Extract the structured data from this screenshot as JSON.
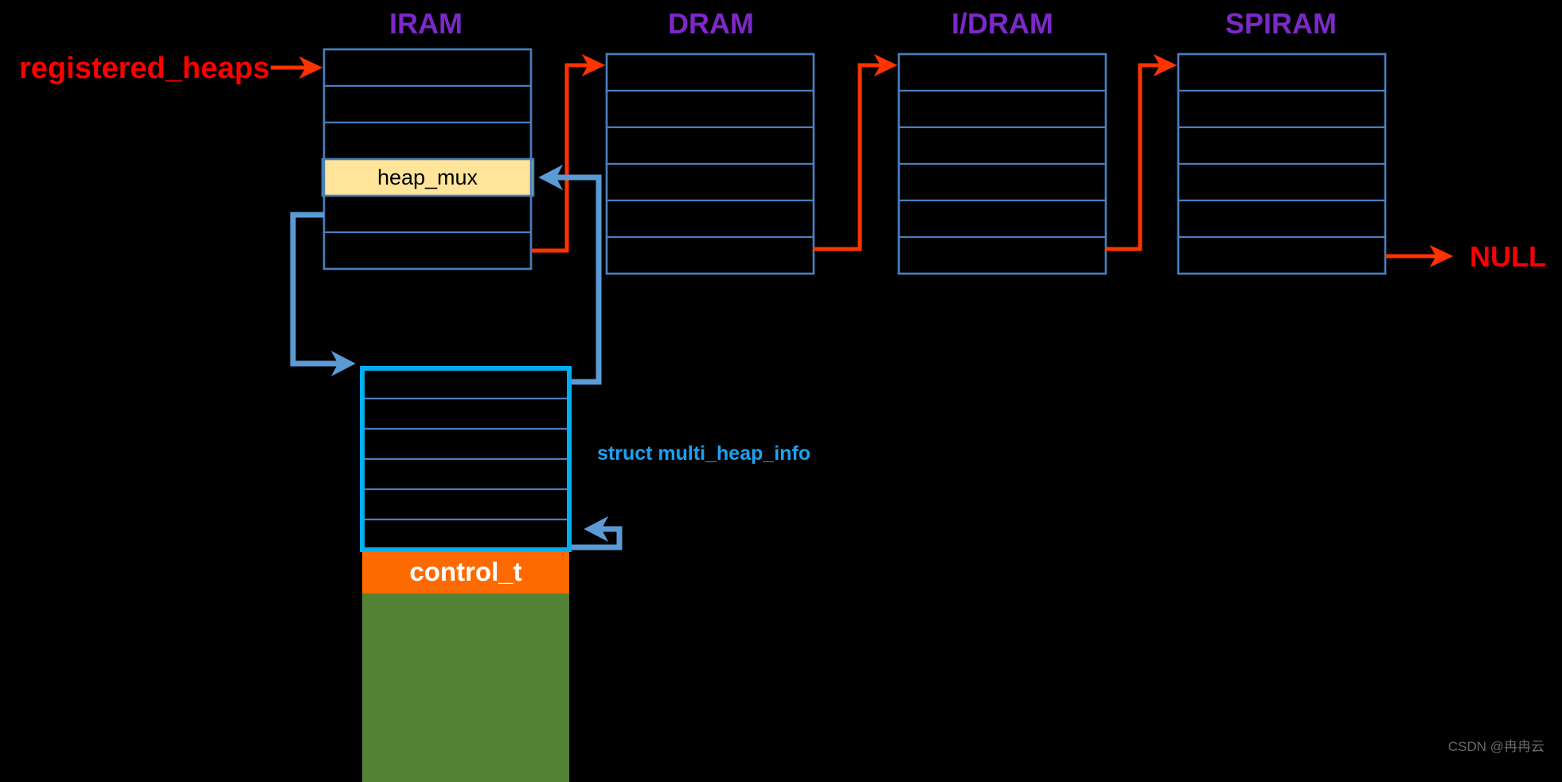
{
  "diagram": {
    "title_labels": {
      "iram": "IRAM",
      "dram": "DRAM",
      "idram": "I/DRAM",
      "spiram": "SPIRAM"
    },
    "pointer_label": "registered_heaps",
    "null_label": "NULL",
    "struct_label": "struct multi_heap_info",
    "heap_mux_label": "heap_mux",
    "control_label": "control_t",
    "watermark": "CSDN @冉冉云"
  },
  "colors": {
    "background": "#000000",
    "header_purple": "#7d28c9",
    "arrow_red": "#ff3300",
    "label_red": "#ff0000",
    "box_stroke_blue": "#4a7ebb",
    "arrow_blue": "#5b9bd5",
    "struct_cyan": "#00aeef",
    "heap_mux_fill": "#ffe49a",
    "control_orange": "#ff6a00",
    "heap_green": "#548235",
    "watermark_gray": "#6a6a6a"
  },
  "heap_boxes": [
    {
      "name": "IRAM",
      "rows": 6,
      "highlight_row": 4,
      "highlight_label": "heap_mux"
    },
    {
      "name": "DRAM",
      "rows": 6,
      "highlight_row": null,
      "highlight_label": null
    },
    {
      "name": "I/DRAM",
      "rows": 6,
      "highlight_row": null,
      "highlight_label": null
    },
    {
      "name": "SPIRAM",
      "rows": 6,
      "highlight_row": null,
      "highlight_label": null
    }
  ],
  "multi_heap_info": {
    "rows": 6,
    "label": "struct multi_heap_info"
  },
  "heap_memory": {
    "control_label": "control_t",
    "pool_color": "#548235"
  }
}
